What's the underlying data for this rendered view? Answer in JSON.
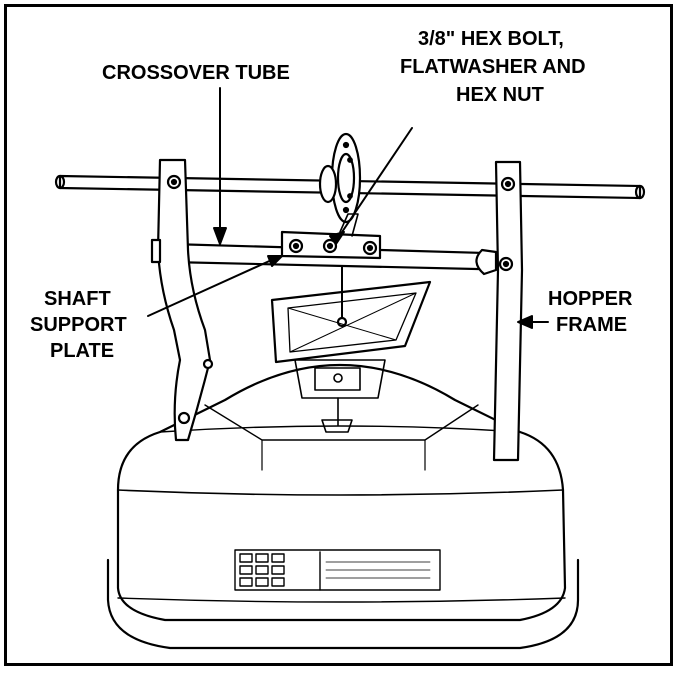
{
  "labels": {
    "crossover_tube": "CROSSOVER TUBE",
    "hex_bolt": [
      "3/8\" HEX BOLT,",
      "FLATWASHER AND",
      "HEX NUT"
    ],
    "shaft_support_plate": [
      "SHAFT",
      "SUPPORT",
      "PLATE"
    ],
    "hopper_frame": [
      "HOPPER",
      "FRAME"
    ]
  },
  "colors": {
    "ink": "#000000",
    "paper": "#ffffff"
  }
}
